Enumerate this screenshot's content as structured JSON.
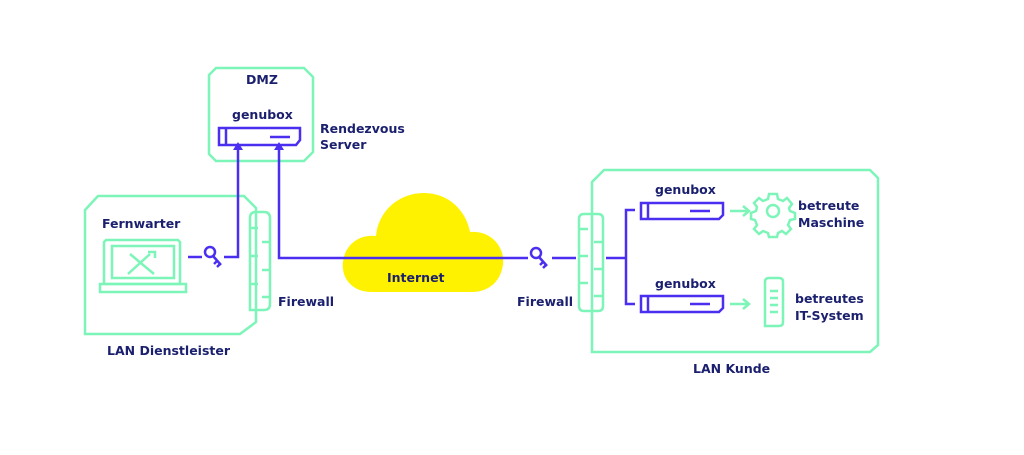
{
  "colors": {
    "zone_outline": "#7df5b9",
    "link": "#4a2ff0",
    "cloud": "#fff200",
    "text": "#1a1f6e"
  },
  "zones": {
    "dmz": {
      "title": "DMZ"
    },
    "lan_provider": {
      "title": "LAN Dienstleister"
    },
    "lan_customer": {
      "title": "LAN Kunde"
    }
  },
  "nodes": {
    "remote_technician": {
      "label": "Fernwarter",
      "icon": "laptop-tools-icon"
    },
    "rendezvous_box": {
      "label": "genubox",
      "icon": "server-box-icon"
    },
    "rendezvous_server": {
      "line1": "Rendezvous",
      "line2": "Server"
    },
    "firewall_left": {
      "label": "Firewall",
      "icon": "firewall-icon"
    },
    "internet": {
      "label": "Internet",
      "icon": "cloud-icon"
    },
    "firewall_right": {
      "label": "Firewall",
      "icon": "firewall-icon"
    },
    "customer_box_1": {
      "label": "genubox",
      "icon": "server-box-icon"
    },
    "customer_box_2": {
      "label": "genubox",
      "icon": "server-box-icon"
    },
    "machine": {
      "line1": "betreute",
      "line2": "Maschine",
      "icon": "gear-icon"
    },
    "it_system": {
      "line1": "betreutes",
      "line2": "IT-System",
      "icon": "document-server-icon"
    }
  }
}
